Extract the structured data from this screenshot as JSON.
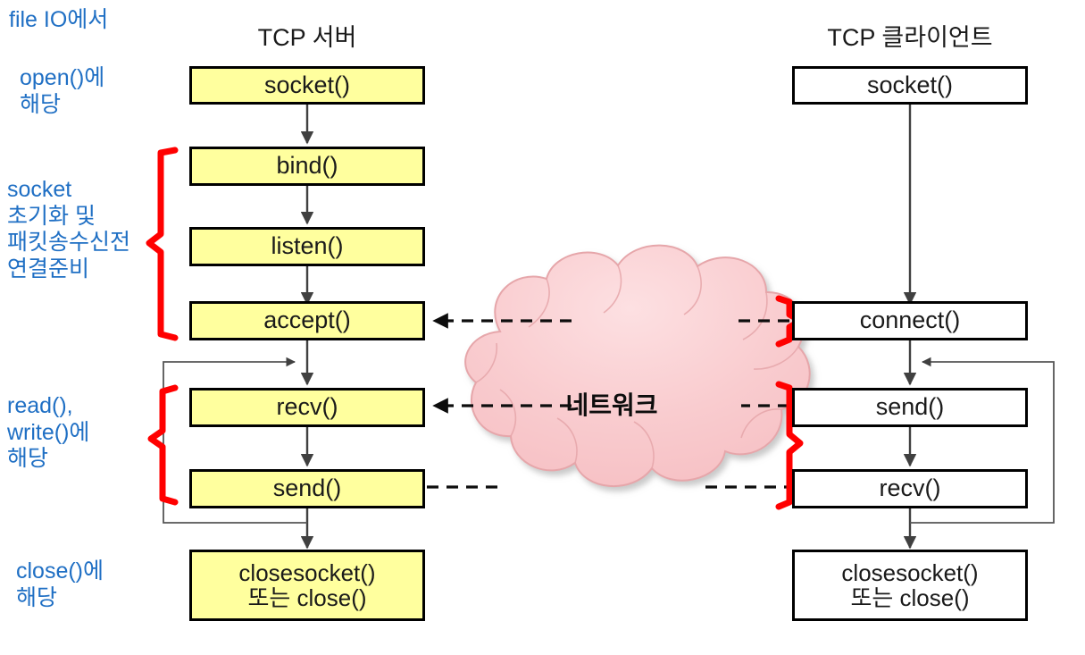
{
  "diagram": {
    "title": "TCP socket flow",
    "colors": {
      "server_box_fill": "#ffff9e",
      "client_box_fill": "#ffffff",
      "box_border": "#000000",
      "annotation_text": "#1f6fc4",
      "brace": "#ff0000",
      "cloud_fill": "#f9c9cc",
      "cloud_stroke": "#e8a3a6",
      "arrow": "#404040",
      "dashed_arrow": "#000000"
    },
    "columns": {
      "server": {
        "title": "TCP 서버"
      },
      "client": {
        "title": "TCP 클라이언트"
      }
    },
    "server_nodes": [
      {
        "id": "server-socket",
        "label": "socket()"
      },
      {
        "id": "server-bind",
        "label": "bind()"
      },
      {
        "id": "server-listen",
        "label": "listen()"
      },
      {
        "id": "server-accept",
        "label": "accept()"
      },
      {
        "id": "server-recv",
        "label": "recv()"
      },
      {
        "id": "server-send",
        "label": "send()"
      },
      {
        "id": "server-closesocket",
        "label": "closesocket()\n또는 close()"
      }
    ],
    "client_nodes": [
      {
        "id": "client-socket",
        "label": "socket()"
      },
      {
        "id": "client-connect",
        "label": "connect()"
      },
      {
        "id": "client-send",
        "label": "send()"
      },
      {
        "id": "client-recv",
        "label": "recv()"
      },
      {
        "id": "client-closesocket",
        "label": "closesocket()\n또는 close()"
      }
    ],
    "cloud": {
      "label": "네트워크"
    },
    "annotations": [
      {
        "id": "annot-fileio",
        "text": "file IO에서"
      },
      {
        "id": "annot-open",
        "text": "open()에\n 해당"
      },
      {
        "id": "annot-socket",
        "text": "socket\n초기화 및\n패킷송수신전\n연결준비"
      },
      {
        "id": "annot-readwrite",
        "text": "read(),\nwrite()에\n해당"
      },
      {
        "id": "annot-close",
        "text": "close()에\n 해당"
      }
    ],
    "links": [
      {
        "id": "link-server-accept-from-network",
        "from": "network",
        "to": "server-accept",
        "style": "dashed",
        "direction": "left"
      },
      {
        "id": "link-network-from-client-connect",
        "from": "client-connect",
        "to": "network",
        "style": "dashed",
        "direction": "left"
      },
      {
        "id": "link-server-recv-from-client-send",
        "from": "client-send",
        "to": "server-recv",
        "style": "dashed",
        "direction": "left"
      },
      {
        "id": "link-server-send-to-client-recv",
        "from": "server-send",
        "to": "client-recv",
        "style": "dashed",
        "direction": "right"
      },
      {
        "id": "link-server-loop",
        "from": "server-send",
        "to": "server-recv",
        "style": "solid",
        "direction": "loop-left"
      },
      {
        "id": "link-client-loop",
        "from": "client-recv",
        "to": "client-send",
        "style": "solid",
        "direction": "loop-right"
      }
    ]
  }
}
